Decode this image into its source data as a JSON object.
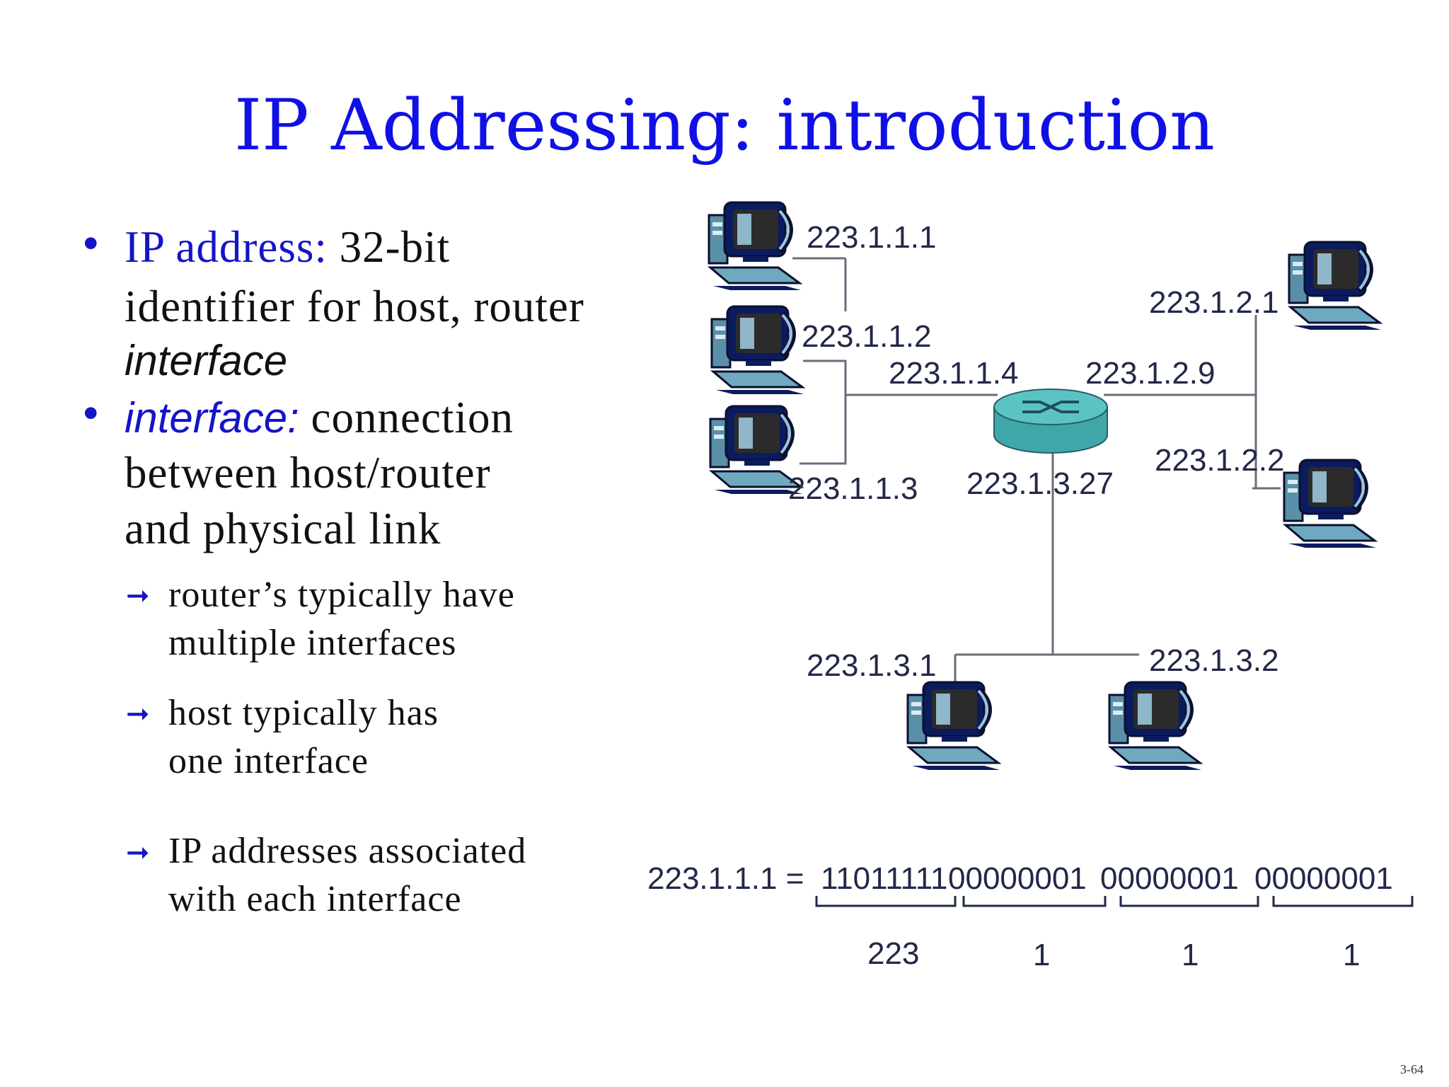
{
  "slide": {
    "title": "IP Addressing: introduction",
    "number": "3-64"
  },
  "bullets": [
    {
      "term": "IP address:",
      "line1_rest": "32-bit",
      "line2": "identifier for host, router",
      "line3": "interface"
    },
    {
      "term": "interface:",
      "line1_rest": "connection",
      "line2": "between host/router",
      "line3": "and physical link"
    }
  ],
  "subbullets": [
    {
      "line1": "router’s typically have",
      "line2": "multiple interfaces"
    },
    {
      "line1": "host typically has",
      "line2": "one   interface"
    },
    {
      "line1": "IP addresses associated",
      "line2": "with each interface"
    }
  ],
  "diagram": {
    "labels": {
      "h111": "223.1.1.1",
      "h112": "223.1.1.2",
      "h113": "223.1.1.3",
      "r114": "223.1.1.4",
      "r129": "223.1.2.9",
      "h121": "223.1.2.1",
      "h122": "223.1.2.2",
      "r1327": "223.1.3.27",
      "h131": "223.1.3.1",
      "h132": "223.1.3.2"
    },
    "binary": {
      "lhs": "223.1.1.1 =",
      "octets": [
        "11011111",
        "00000001",
        "00000001",
        "00000001"
      ],
      "decimals": [
        "223",
        "1",
        "1",
        "1"
      ]
    }
  }
}
